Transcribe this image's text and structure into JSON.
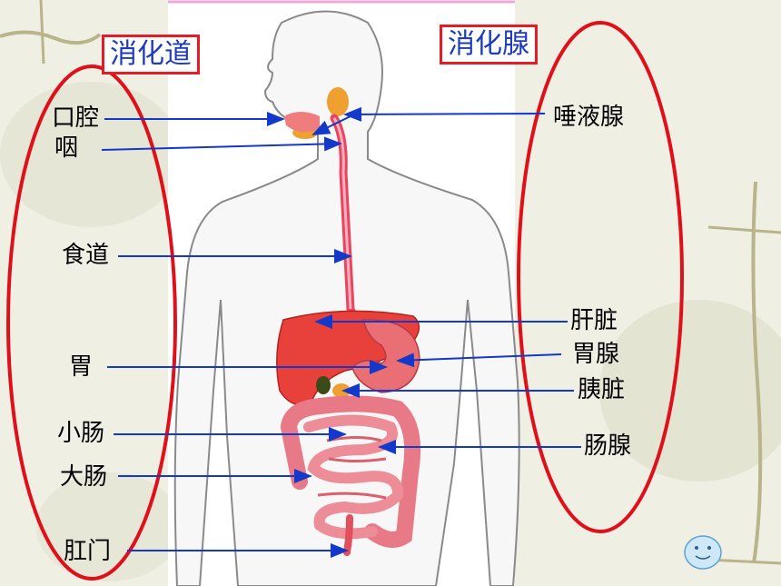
{
  "left_title": "消化道",
  "right_title": "消化腺",
  "digestive_tract": [
    "口腔",
    "咽",
    "食道",
    "胃",
    "小肠",
    "大肠",
    "肛门"
  ],
  "digestive_glands": [
    "唾液腺",
    "肝脏",
    "胃腺",
    "胰脏",
    "肠腺"
  ],
  "colors": {
    "ellipse": "#e0101a",
    "arrow": "#1438c9",
    "title_text": "#1d3bbf",
    "organ": "#e8403a",
    "intestine": "#e77a86"
  },
  "icons": {
    "face": "smiley-icon"
  }
}
